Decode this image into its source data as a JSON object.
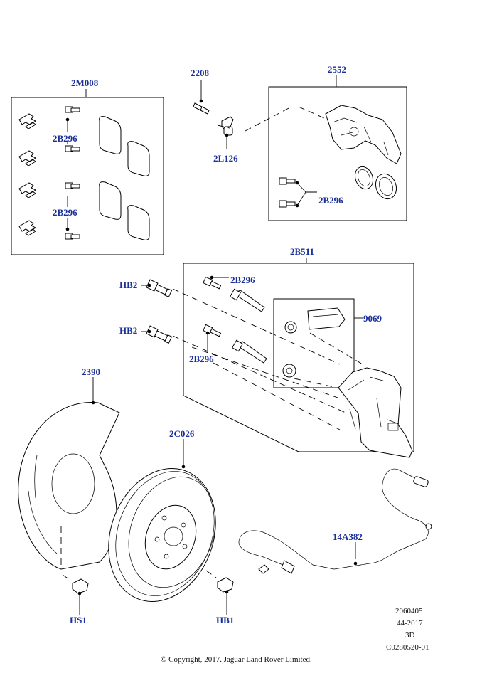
{
  "callouts": {
    "pad_kit": "2M008",
    "pad_bolt_upper": "2B296",
    "pad_bolt_lower": "2B296",
    "bleed_screw": "2208",
    "bleed_cap": "2L126",
    "caliper": "2552",
    "caliper_bolts": "2B296",
    "carrier_kit": "2B511",
    "carrier_bolt_upper": "2B296",
    "carrier_bolt_lower": "2B296",
    "hb2_upper": "HB2",
    "hb2_lower": "HB2",
    "bush_kit": "9069",
    "shield": "2390",
    "disc": "2C026",
    "sensor": "14A382",
    "hs1": "HS1",
    "hb1": "HB1"
  },
  "footer": {
    "line1": "2060405",
    "line2": "44-2017",
    "line3": "3D",
    "line4": "C0280520-01",
    "copyright": "© Copyright, 2017. Jaguar Land Rover Limited."
  },
  "colors": {
    "callout": "#1a2f9a",
    "line": "#000000",
    "background": "#ffffff"
  }
}
